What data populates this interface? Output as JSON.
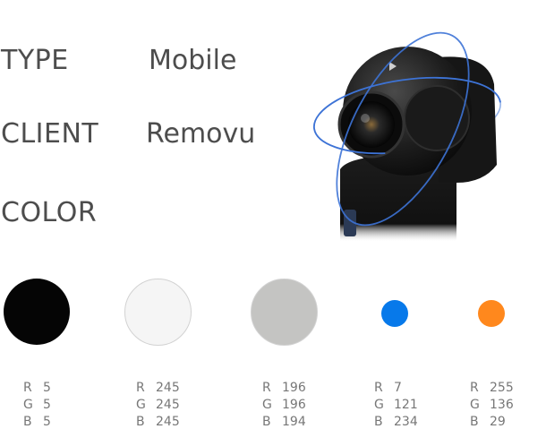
{
  "rows": {
    "type": {
      "label": "TYPE",
      "value": "Mobile"
    },
    "client": {
      "label": "CLIENT",
      "value": "Removu"
    },
    "color": {
      "label": "COLOR"
    }
  },
  "swatches": [
    {
      "color": "#050505",
      "r": "5",
      "g": "5",
      "b": "5"
    },
    {
      "color": "#f5f5f5",
      "r": "245",
      "g": "245",
      "b": "245"
    },
    {
      "color": "#c4c4c2",
      "r": "196",
      "g": "196",
      "b": "194"
    },
    {
      "color": "#0779ea",
      "r": "7",
      "g": "121",
      "b": "234"
    },
    {
      "color": "#ff881d",
      "r": "255",
      "g": "136",
      "b": "29"
    }
  ],
  "channel_labels": {
    "r": "R",
    "g": "G",
    "b": "B"
  },
  "product_image": {
    "icon": "gimbal-camera-icon",
    "orbit_color": "#3d73d6"
  }
}
